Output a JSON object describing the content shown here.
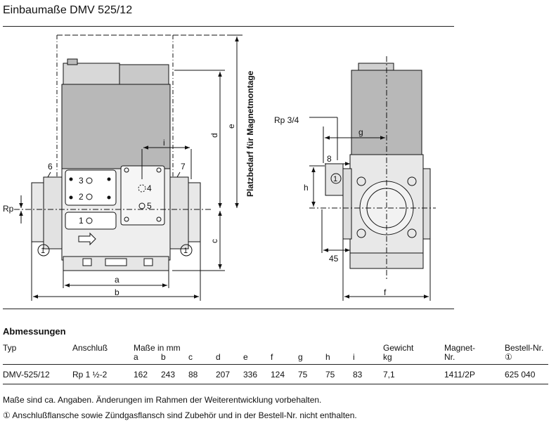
{
  "title": "Einbaumaße DMV 525/12",
  "drawing": {
    "rotated_label": "Platzbedarf für Magnetmontage",
    "left_labels": [
      "6",
      "7",
      "Rp",
      "i",
      "a",
      "b",
      "c",
      "d",
      "e"
    ],
    "right_labels": [
      "Rp 3/4",
      "g",
      "8",
      "h",
      "45",
      "f"
    ],
    "ports": [
      "3",
      "2",
      "1",
      "4",
      "5"
    ],
    "circled_marker": "1"
  },
  "table": {
    "heading": "Abmessungen",
    "headers": {
      "typ": "Typ",
      "anschluss": "Anschluß",
      "masse": "Maße in mm",
      "gewicht": "Gewicht",
      "magnet": "Magnet-",
      "bestell": "Bestell-Nr."
    },
    "subheaders": {
      "cols": [
        "a",
        "b",
        "c",
        "d",
        "e",
        "f",
        "g",
        "h",
        "i"
      ],
      "gewicht_unit": "kg",
      "magnet_sub": "Nr.",
      "bestell_sub": "①"
    },
    "row": {
      "typ": "DMV-525/12",
      "anschluss": "Rp 1 ½-2",
      "values": [
        "162",
        "243",
        "88",
        "207",
        "336",
        "124",
        "75",
        "75",
        "83"
      ],
      "gewicht": "7,1",
      "magnet": "1411/2P",
      "bestell": "625 040"
    }
  },
  "notes": [
    "Maße sind ca. Angaben. Änderungen im Rahmen der Weiterentwicklung vorbehalten.",
    "① Anschlußflansche sowie Zündgasflansch sind Zubehör und in der Bestell-Nr. nicht enthalten."
  ]
}
